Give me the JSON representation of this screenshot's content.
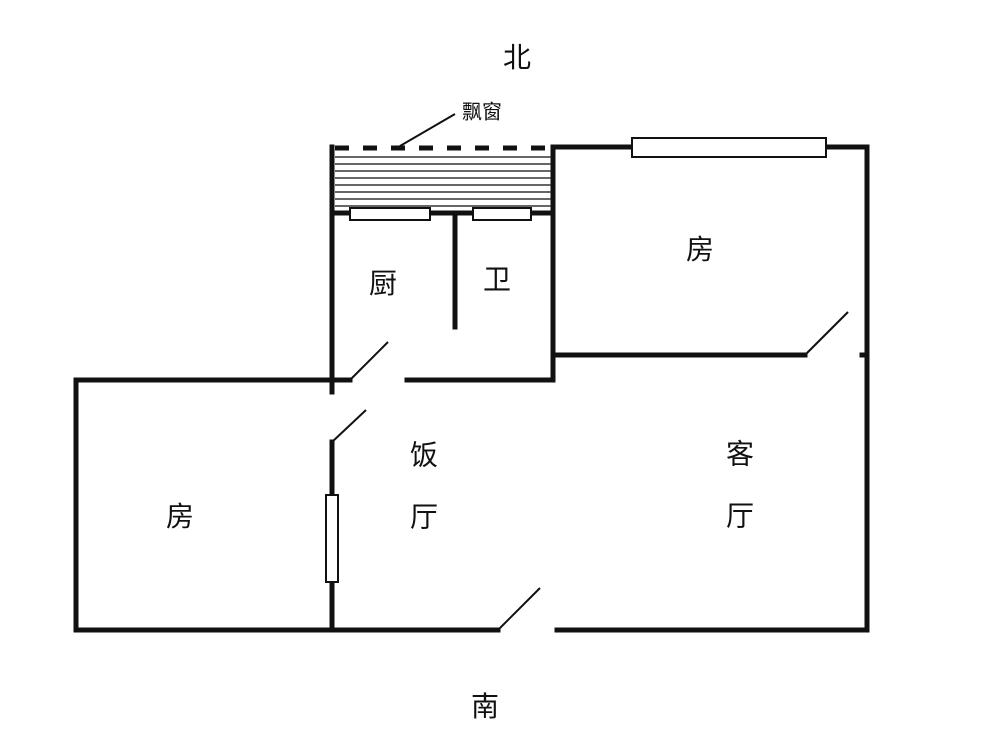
{
  "compass": {
    "north": "北",
    "south": "南"
  },
  "labels": {
    "bay_window": "飘窗",
    "kitchen": "厨",
    "bathroom": "卫",
    "bedroom_north": "房",
    "bedroom_west": "房",
    "dining_room": "饭厅",
    "living_room": "客厅"
  },
  "colors": {
    "wall": "#111111",
    "background": "#ffffff"
  }
}
